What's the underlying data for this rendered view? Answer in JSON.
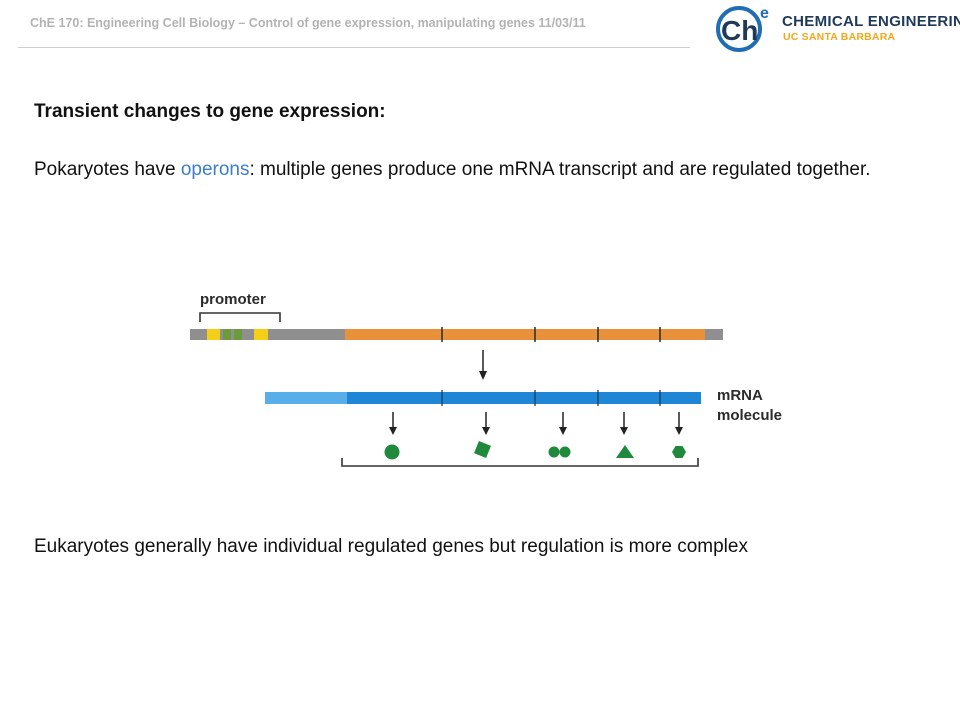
{
  "header": {
    "title": "ChE 170: Engineering Cell Biology – Control of gene expression, manipulating genes 11/03/11"
  },
  "logo": {
    "mark_text": "Ch",
    "mark_superscript": "e",
    "line1": "CHEMICAL ENGINEERING",
    "line2": "UC SANTA BARBARA",
    "colors": {
      "navy": "#1f3a57",
      "gold": "#f2a81d",
      "blue": "#1f6db5"
    }
  },
  "content": {
    "heading": "Transient changes to gene expression:",
    "para1_before": "Pokaryotes have ",
    "para1_keyword": "operons",
    "para1_after": ": multiple genes produce one mRNA transcript and are regulated together.",
    "para2": "Eukaryotes generally have individual regulated genes but regulation is more complex"
  },
  "diagram": {
    "promoter_label": "promoter",
    "mrna_label_line1": "mRNA",
    "mrna_label_line2": "molecule",
    "protein_shapes": [
      "circle-icon",
      "square-icon",
      "double-circle-icon",
      "triangle-icon",
      "hexagon-icon"
    ],
    "colors": {
      "dna_gray": "#8f8f8f",
      "gene_orange": "#e8913a",
      "mrna_blue": "#1f86d6",
      "mrna_light": "#58aee8",
      "protein_green": "#1f8a3c",
      "site_yellow": "#f5cf17",
      "site_green": "#6a9c3a"
    }
  }
}
